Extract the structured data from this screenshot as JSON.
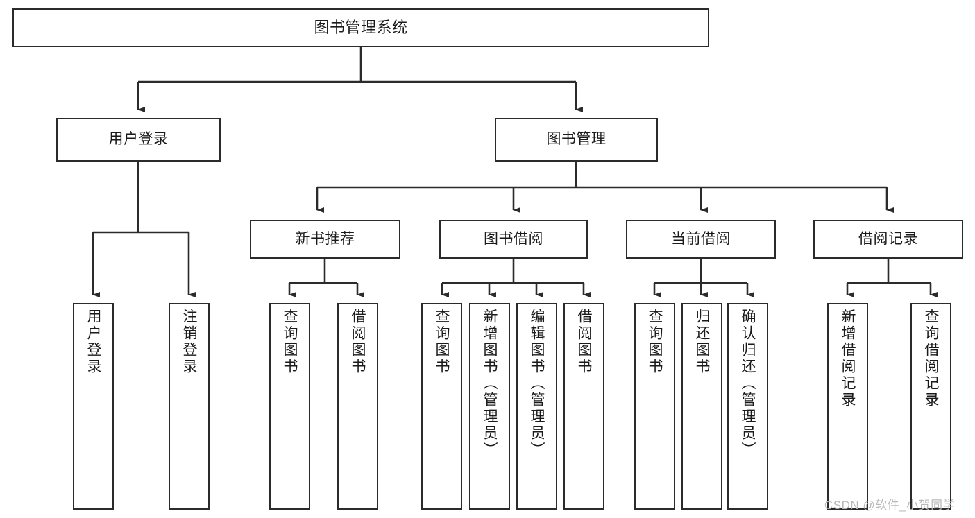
{
  "diagram": {
    "type": "tree-hierarchy",
    "title": "图书管理系统",
    "orientation": "top-down",
    "colors": {
      "box_border": "#2b2b2b",
      "box_fill": "#ffffff",
      "connector": "#2b2b2b",
      "text": "#1a1a1a",
      "watermark": "#b9b9b9"
    },
    "nodes": {
      "root": {
        "label": "图书管理系统"
      },
      "level2": [
        {
          "id": "user-login",
          "label": "用户登录"
        },
        {
          "id": "book-manage",
          "label": "图书管理"
        }
      ],
      "level3": [
        {
          "id": "new-book-recommend",
          "label": "新书推荐"
        },
        {
          "id": "book-borrow",
          "label": "图书借阅"
        },
        {
          "id": "current-borrow",
          "label": "当前借阅"
        },
        {
          "id": "borrow-record",
          "label": "借阅记录"
        }
      ],
      "leaves": {
        "user_login": [
          {
            "id": "leaf-user-login",
            "label": "用户登录"
          },
          {
            "id": "leaf-logout-login",
            "label": "注销登录"
          }
        ],
        "new_book_recommend": [
          {
            "id": "leaf-query-book-1",
            "label": "查询图书"
          },
          {
            "id": "leaf-borrow-book-1",
            "label": "借阅图书"
          }
        ],
        "book_borrow": [
          {
            "id": "leaf-query-book-2",
            "label": "查询图书"
          },
          {
            "id": "leaf-add-book",
            "label": "新增图书（管理员）"
          },
          {
            "id": "leaf-edit-book",
            "label": "编辑图书（管理员）"
          },
          {
            "id": "leaf-borrow-book-2",
            "label": "借阅图书"
          }
        ],
        "current_borrow": [
          {
            "id": "leaf-query-book-3",
            "label": "查询图书"
          },
          {
            "id": "leaf-return-book",
            "label": "归还图书"
          },
          {
            "id": "leaf-confirm-return",
            "label": "确认归还（管理员）"
          }
        ],
        "borrow_record": [
          {
            "id": "leaf-add-record",
            "label": "新增借阅记录"
          },
          {
            "id": "leaf-query-record",
            "label": "查询借阅记录"
          }
        ]
      }
    },
    "watermark": "CSDN @软件_小贺同学"
  }
}
